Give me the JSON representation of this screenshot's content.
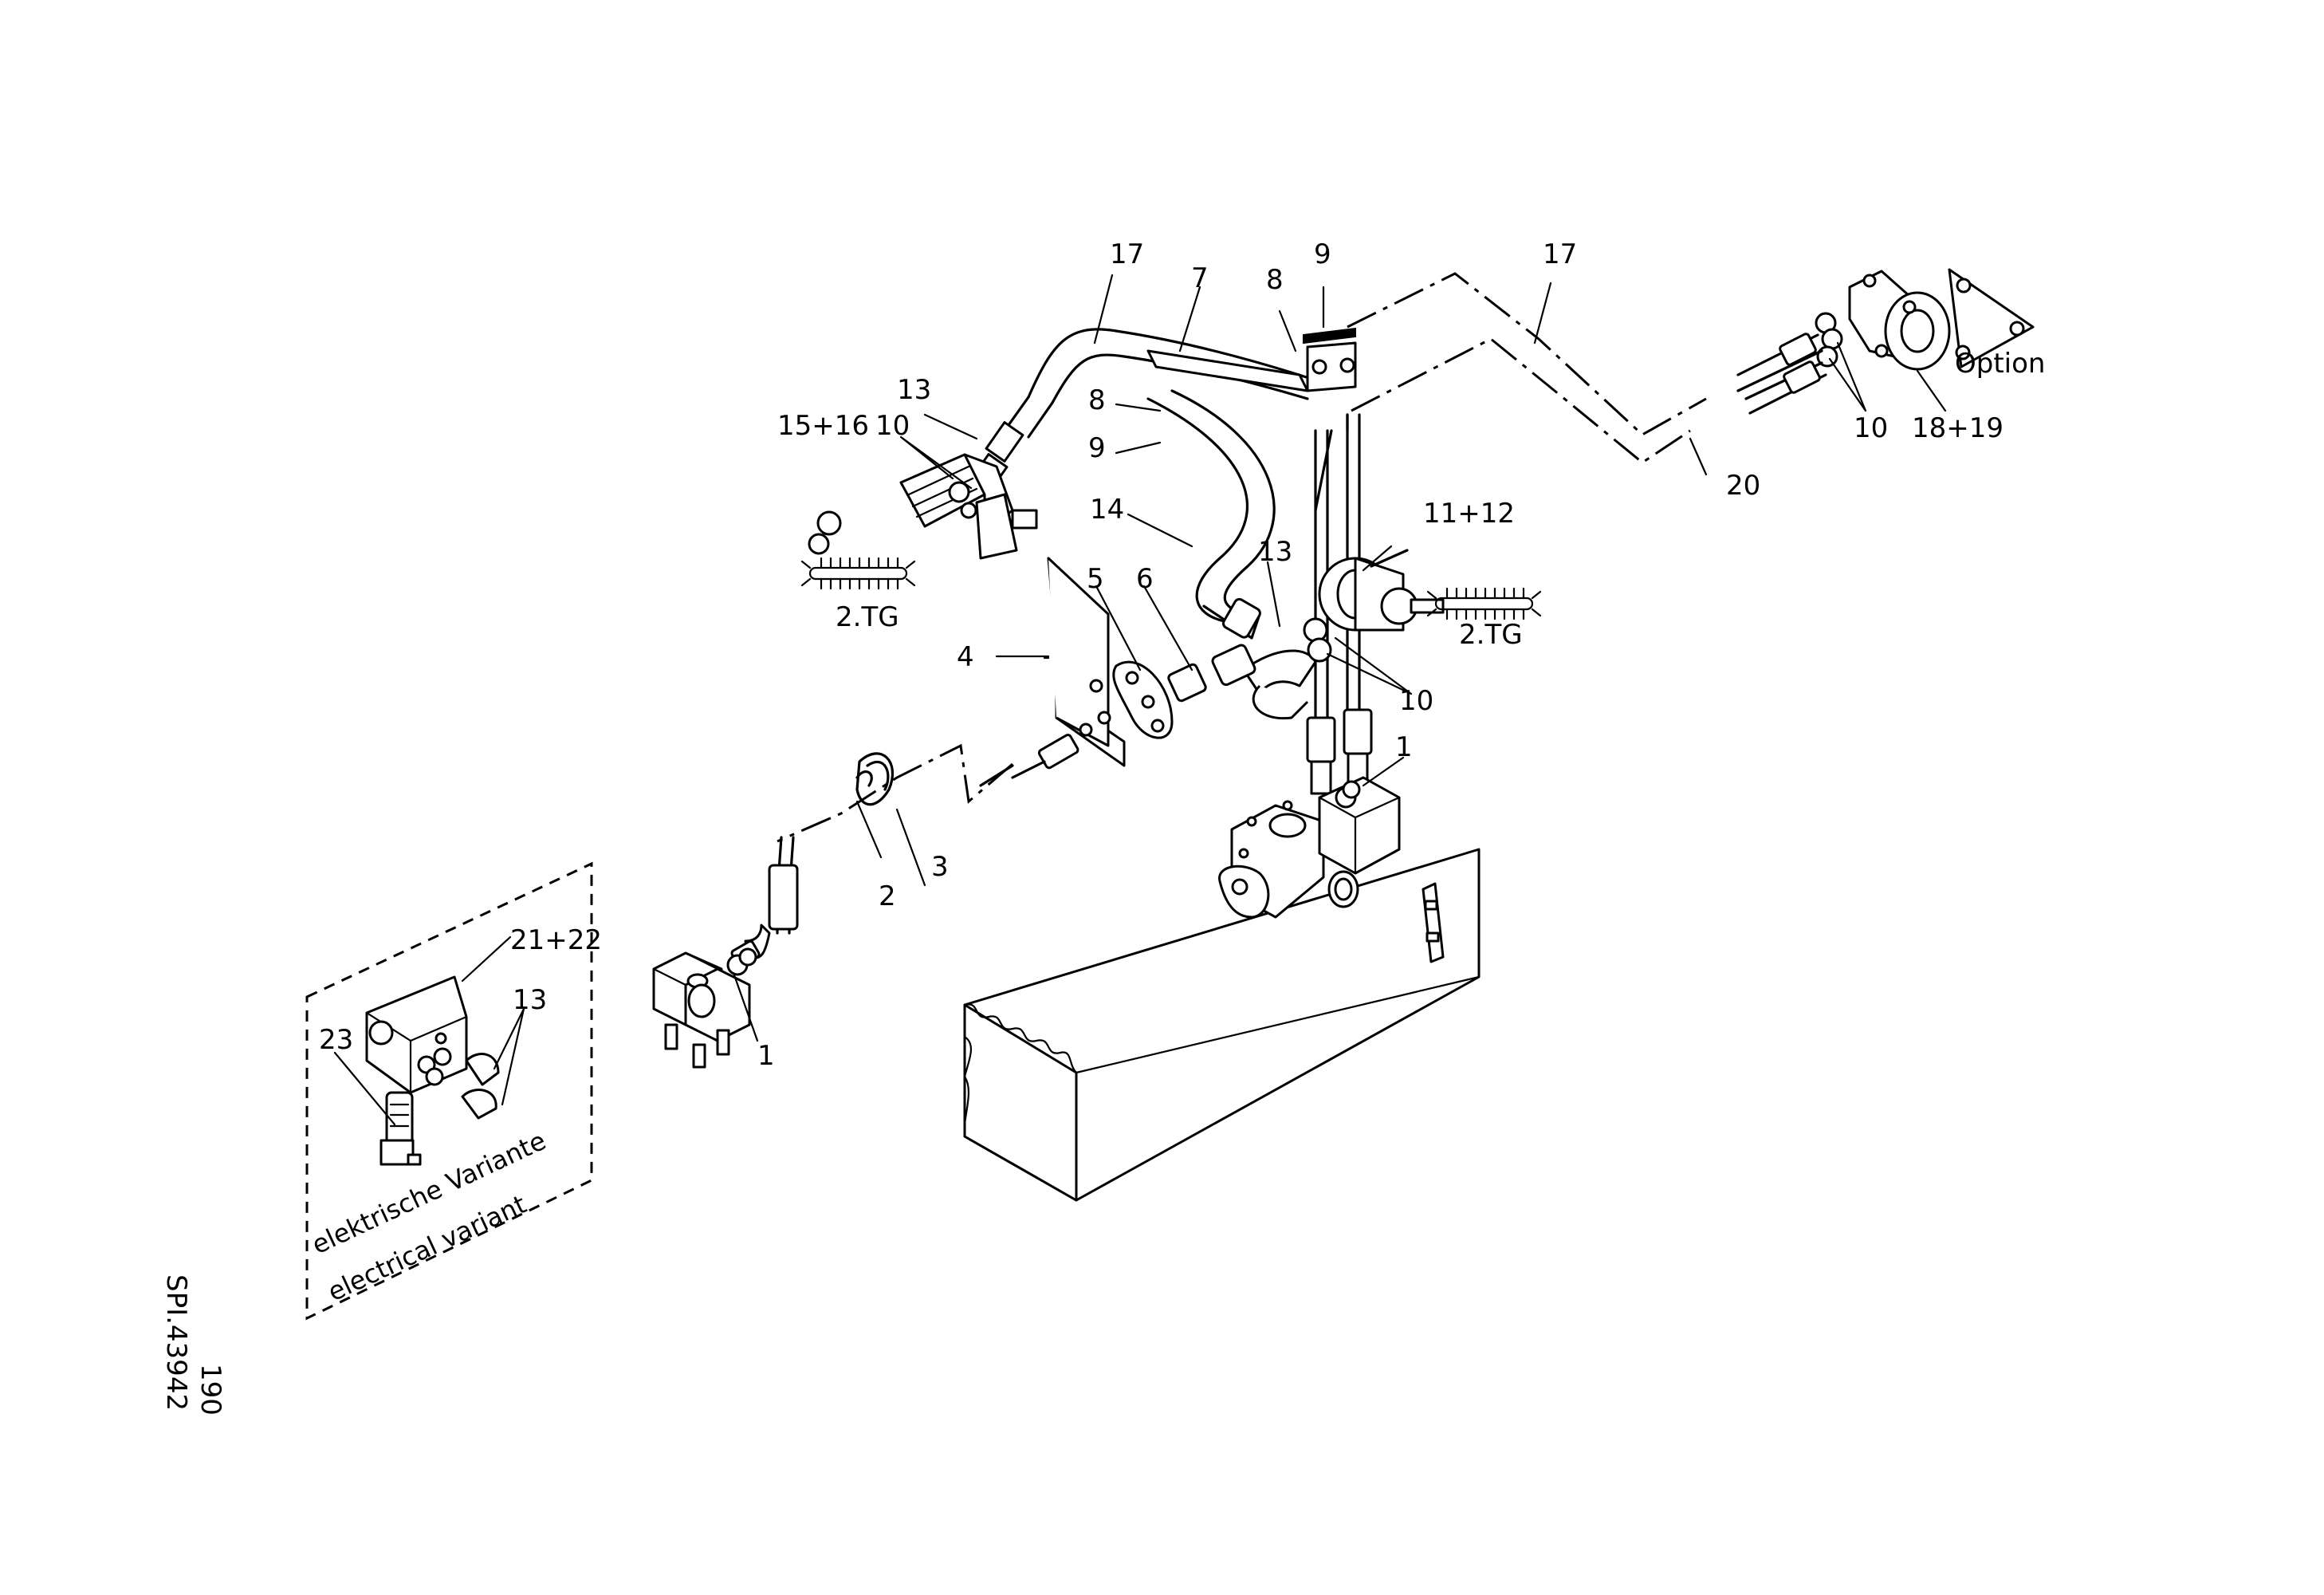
{
  "labels": {
    "hose_17_left": "17",
    "hose_17_right": "17",
    "bracket_7": "7",
    "clamp_8_top": "8",
    "clamp_8_mid": "8",
    "clip_9_top": "9",
    "clip_9_mid": "9",
    "fitting_13_left": "13",
    "fitting_13_center": "13",
    "fitting_13_variant": "13",
    "motor_15_16": "15+16",
    "fitting_10_left": "10",
    "fitting_10_center": "10",
    "fitting_10_right": "10",
    "hose_14": "14",
    "pump_11_12": "11+12",
    "plate_4": "4",
    "gasket_5": "5",
    "nipple_6": "6",
    "fitting_1_tank": "1",
    "fitting_1_valve": "1",
    "hose_2": "2",
    "clamp_3": "3",
    "hose_20": "20",
    "motor_18_19": "18+19",
    "option": "Option",
    "brush_left": "2.TG",
    "brush_right": "2.TG",
    "valve_21_22": "21+22",
    "solenoid_23": "23",
    "variant_de": "elektrische Variante",
    "variant_en": "electrical variant",
    "page_number": "190",
    "drawing_id": "SPI.43942"
  }
}
